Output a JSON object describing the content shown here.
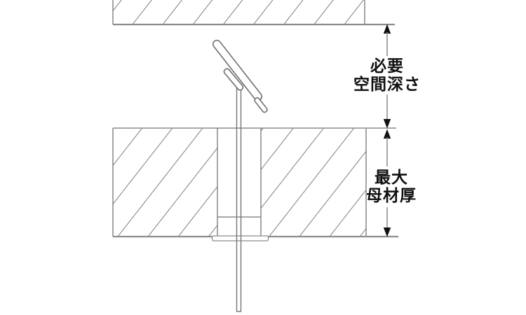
{
  "diagram": {
    "labels": {
      "required_space_depth": {
        "line1": "必要",
        "line2": "空間深さ"
      },
      "max_base_thickness": {
        "line1": "最大",
        "line2": "母材厚"
      }
    },
    "colors": {
      "background": "#ffffff",
      "structure_line": "#8c8c8c",
      "thin_line": "#757575",
      "hatch_line": "#474747",
      "arrow": "#111111",
      "text": "#111111"
    }
  }
}
